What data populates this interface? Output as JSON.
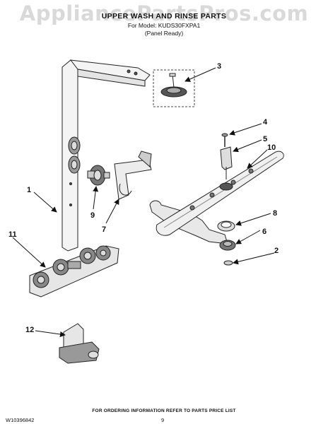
{
  "watermark": "AppliancePartsPros.com",
  "header": {
    "title": "UPPER WASH AND RINSE PARTS",
    "model_line": "For Model: KUDS30FXPA1",
    "panel_line": "(Panel Ready)"
  },
  "callouts": [
    "1",
    "2",
    "3",
    "4",
    "5",
    "6",
    "7",
    "8",
    "9",
    "10",
    "11",
    "12"
  ],
  "footer": {
    "ordering_info": "FOR ORDERING INFORMATION REFER TO PARTS PRICE LIST",
    "document_number": "W10396842",
    "page_number": "9"
  }
}
